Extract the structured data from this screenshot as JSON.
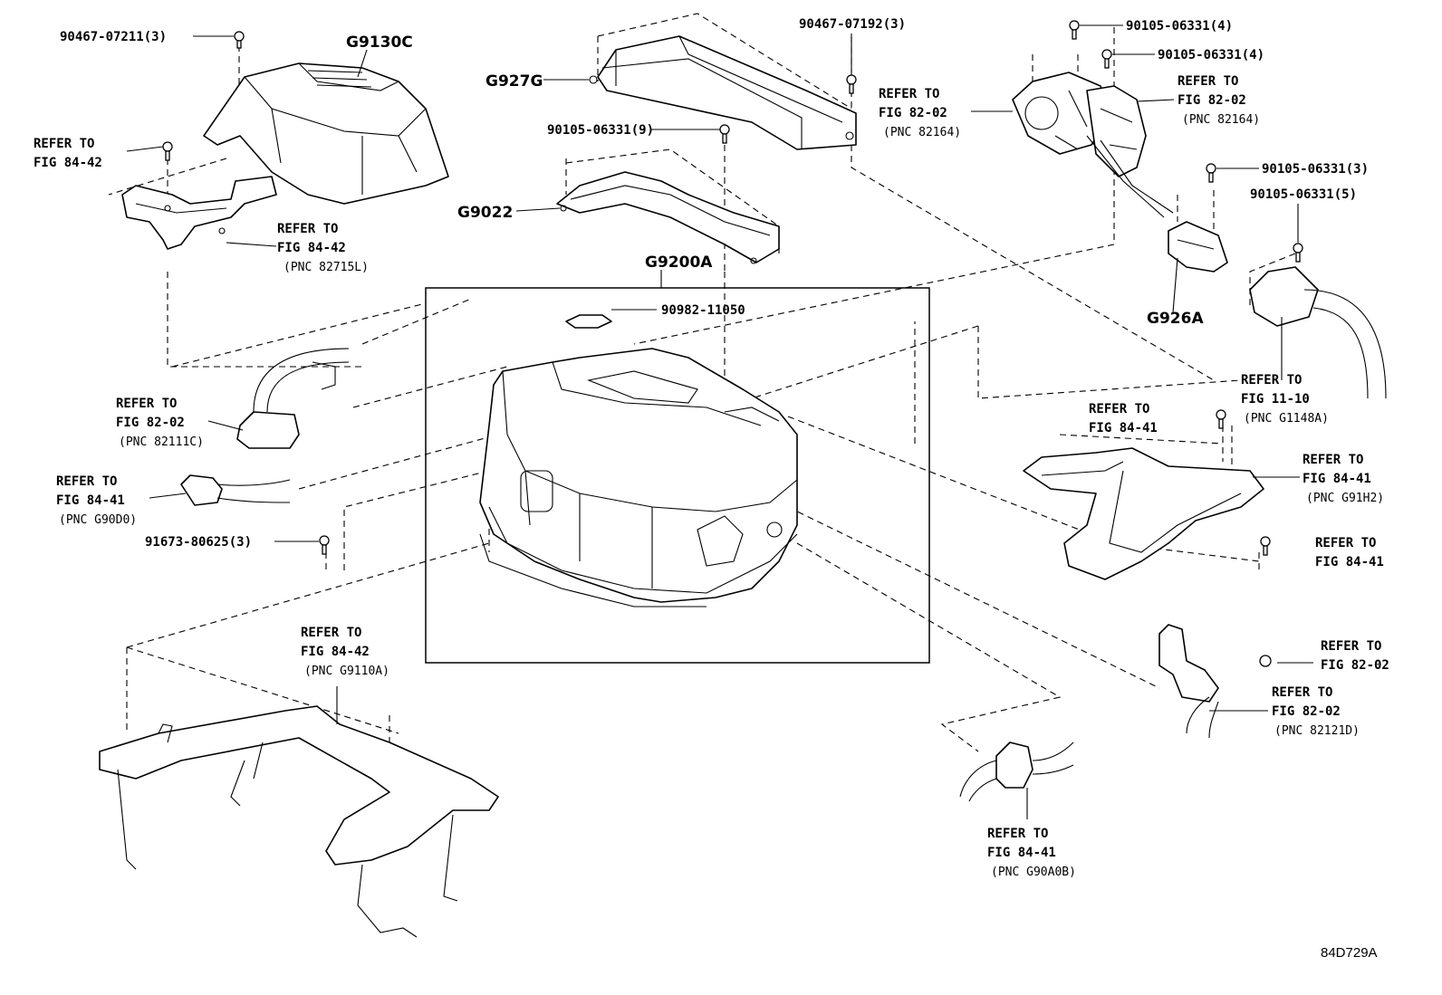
{
  "diagram_code": "84D729A",
  "callouts": {
    "c1": "90467-07211(3)",
    "c2": "G9130C",
    "c3": "REFER TO",
    "c4": "FIG 84-42",
    "c5": "REFER TO",
    "c6": "FIG 84-42",
    "c7": "(PNC 82715L)",
    "c8": "G927G",
    "c9": "90105-06331(9)",
    "c10": "G9022",
    "c11": "90467-07192(3)",
    "c12": "REFER TO",
    "c13": "FIG 82-02",
    "c14": "(PNC 82164)",
    "c15": "90105-06331(4)",
    "c16": "90105-06331(4)",
    "c17": "REFER TO",
    "c18": "FIG 82-02",
    "c19": "(PNC 82164)",
    "c20": "90105-06331(3)",
    "c21": "90105-06331(5)",
    "c22": "G926A",
    "c23": "G9200A",
    "c24": "90982-11050",
    "c25": "REFER TO",
    "c26": "FIG 82-02",
    "c27": "(PNC 82111C)",
    "c28": "REFER TO",
    "c29": "FIG 84-41",
    "c30": "(PNC G90D0)",
    "c31": "91673-80625(3)",
    "c32": "REFER TO",
    "c33": "FIG 11-10",
    "c34": "(PNC G1148A)",
    "c35": "REFER TO",
    "c36": "FIG 84-41",
    "c37": "REFER TO",
    "c38": "FIG 84-41",
    "c39": "(PNC G91H2)",
    "c40": "REFER TO",
    "c41": "FIG 84-41",
    "c42": "REFER TO",
    "c43": "FIG 84-42",
    "c44": "(PNC G9110A)",
    "c45": "REFER TO",
    "c46": "FIG 82-02",
    "c47": "REFER TO",
    "c48": "FIG 82-02",
    "c49": "(PNC 82121D)",
    "c50": "REFER TO",
    "c51": "FIG 84-41",
    "c52": "(PNC G90A0B)"
  }
}
